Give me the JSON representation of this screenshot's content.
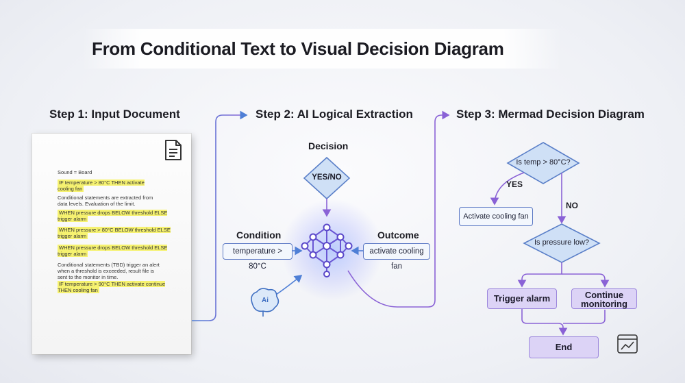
{
  "title": "From Conditional Text to Visual Decision Diagram",
  "steps": {
    "step1": "Step 1: Input Document",
    "step2": "Step 2: AI Logical Extraction",
    "step3": "Step 3: Mermad Decision Diagram"
  },
  "document": {
    "header": "Sound = Board",
    "lines": [
      {
        "text": "IF temperature > 80°C THEN activate\ncooling fan",
        "highlight": true
      },
      {
        "text": "Conditional statements are extracted from\ndata levels. Evaluation of the limit.",
        "highlight": false
      },
      {
        "text": "WHEN pressure drops BELOW threshold ELSE\ntrigger alarm",
        "highlight": true
      },
      {
        "text": "WHEN pressure > 80°C BELOW threshold ELSE\ntrigger alarm",
        "highlight": true
      },
      {
        "text": "WHEN pressure drops BELOW threshold ELSE\ntrigger alarm",
        "highlight": true
      },
      {
        "text": "Conditional statements (TBD) trigger an alert\nwhen a threshold is exceeded, result file is\nsent to the monitor in time.",
        "highlight": false
      },
      {
        "text": "IF temperature > 90°C THEN activate continue\nTHEN cooling fan",
        "highlight": true
      }
    ]
  },
  "extraction": {
    "decision_label": "Decision",
    "decision_value": "YES/NO",
    "condition_label": "Condition",
    "condition_value": "temperature > 80°C",
    "outcome_label": "Outcome",
    "outcome_value": "activate cooling fan",
    "ai_badge": "Ai"
  },
  "diagram": {
    "decision1": "Is temp > 80°C?",
    "yes_label": "YES",
    "no_label": "NO",
    "action1": "Activate cooling fan",
    "decision2": "Is pressure low?",
    "action2": "Trigger alarm",
    "action3": "Continue monitoring",
    "end": "End"
  },
  "colors": {
    "connector_blue": "#4f7fd6",
    "connector_purple": "#8a62d6",
    "diamond_fill": "#cfe0f6",
    "diamond_stroke": "#5a7fc8",
    "box_purple": "#dcd3f6",
    "highlight_yellow": "#f6f270"
  }
}
